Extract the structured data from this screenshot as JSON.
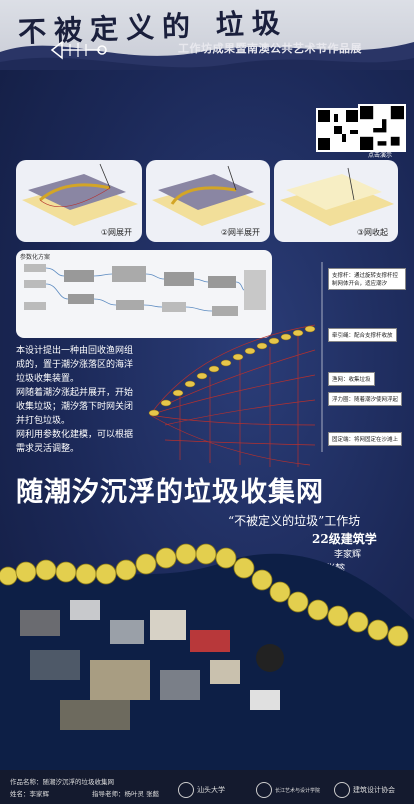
{
  "header": {
    "title": "不被定义的 垃圾",
    "subtitle": "工作坊成果暨南澳公共艺术节作品展"
  },
  "qr": {
    "caption_left": "",
    "caption_right": "点击演示"
  },
  "panels": [
    {
      "caption": "①网展开"
    },
    {
      "caption": "②网半展开"
    },
    {
      "caption": "③网收起"
    }
  ],
  "grasshopper": {
    "label": "参数化方案"
  },
  "description": [
    "本设计提出一种由回收渔网组成的，置于潮汐涨落区的海洋垃圾收集装置。",
    "网随着潮汐涨起并展开，开始收集垃圾；潮汐落下时网关闭并打包垃圾。",
    "网利用参数化建模，可以根据需求灵活调整。"
  ],
  "annotations": [
    "支撑杆：通过旋转支撑杆控制网体开合，适应潮汐",
    "牵引绳：配合支撑杆收放",
    "渔网：收集垃圾",
    "浮力圈：随着潮汐使网浮起",
    "固定端：将网固定在沙滩上"
  ],
  "main_title": "随潮汐沉浮的垃圾收集网",
  "credits": {
    "workshop": "“不被定义的垃圾”工作坊",
    "grade": "22级建筑学",
    "student": "李家辉",
    "advisor": "指导老师：杨叶灵 张懿"
  },
  "footer": {
    "work_name": "作品名称：随潮汐沉浮的垃圾收集网",
    "name": "姓名：李家辉",
    "advisor": "指导老师：杨叶灵 张懿",
    "logo1": "汕头大学",
    "logo2": "长江艺术与设计学院",
    "logo3": "建筑设计协会"
  },
  "colors": {
    "ocean": "#1c2a55",
    "net": "#b5302e",
    "float": "#e6c64a"
  }
}
